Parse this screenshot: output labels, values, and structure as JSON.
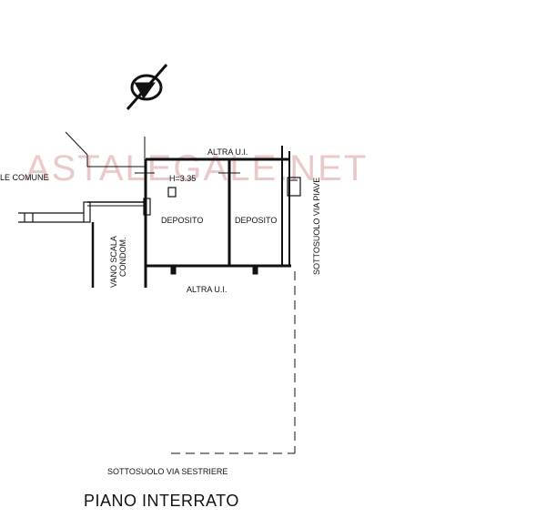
{
  "watermark": "ASTALEGALE.NET",
  "labels": {
    "altra_top": "ALTRA U.I.",
    "cortile": "LE COMUNE",
    "height": "H=3.35",
    "deposito_left": "DEPOSITO",
    "deposito_right": "DEPOSITO",
    "vano_line1": "VANO SCALA",
    "vano_line2": "CONDOM.",
    "sottosuolo_piave": "SOTTOSUOLO VIA PIAVE",
    "altra_bottom": "ALTRA U.I.",
    "sottosuolo_sestriere": "SOTTOSUOLO VIA SESTRIERE"
  },
  "title": "PIANO INTERRATO",
  "icons": {
    "north": "north-arrow-icon"
  }
}
